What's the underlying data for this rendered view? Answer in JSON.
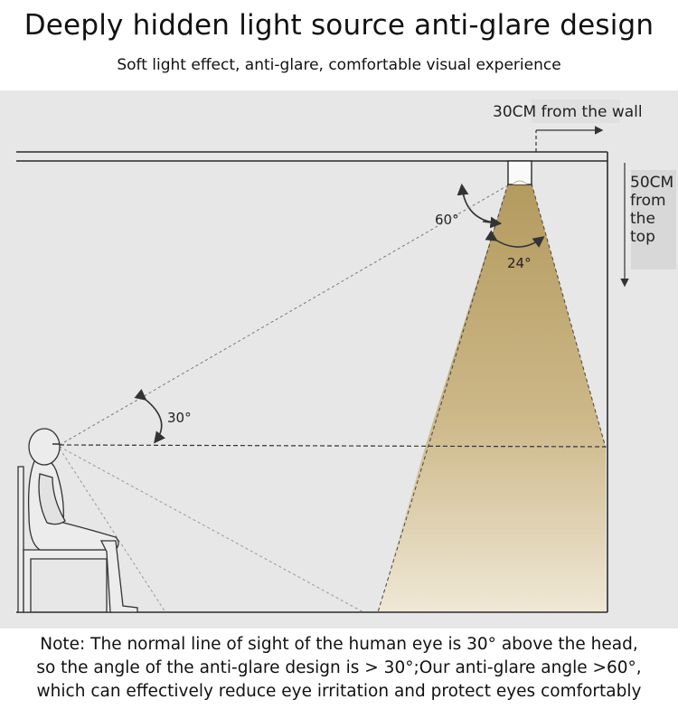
{
  "header": {
    "title": "Deeply hidden light source anti-glare design",
    "subtitle": "Soft light effect, anti-glare, comfortable visual experience"
  },
  "diagram": {
    "labels": {
      "wall_distance": "30CM from the wall",
      "top_distance_lines": [
        "50CM",
        "from",
        "the",
        "top"
      ],
      "angle_glare": "60°",
      "angle_beam": "24°",
      "angle_sight": "30°"
    },
    "colors": {
      "background": "#e7e7e7",
      "beam_top": "#b9a26a",
      "beam_bottom": "#ece3cd",
      "lines": "#2a2a2a"
    }
  },
  "note": {
    "lines": [
      "Note: The normal line of sight of the human eye is 30° above the head,",
      "so the angle of the anti-glare design is > 30°;Our anti-glare angle  >60°,",
      "which can effectively reduce eye irritation and protect eyes comfortably"
    ]
  }
}
